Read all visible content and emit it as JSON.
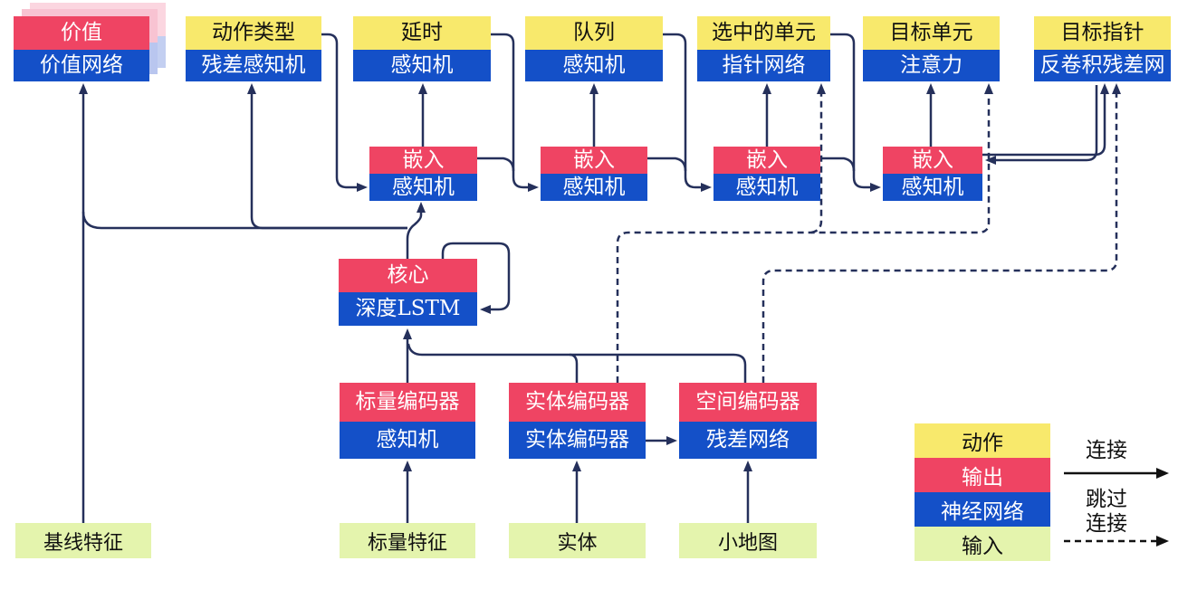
{
  "colors": {
    "action_yellow": "#F8E96C",
    "output_red": "#EF4463",
    "network_blue": "#1450C8",
    "input_green": "#E4F4AD",
    "wire_navy": "#25305B",
    "legend_black": "#111111",
    "echo_pink_near": "#F8C3D2",
    "echo_blue_near": "#B9C6EF",
    "echo_pink_far": "#FBD6E0",
    "echo_blue_far": "#C3CFF1"
  },
  "heads": {
    "value": {
      "top": "价值",
      "bottom": "价值网络"
    },
    "action_type": {
      "top": "动作类型",
      "bottom": "残差感知机"
    },
    "delay": {
      "top": "延时",
      "bottom": "感知机"
    },
    "queue": {
      "top": "队列",
      "bottom": "感知机"
    },
    "selected_units": {
      "top": "选中的单元",
      "bottom": "指针网络"
    },
    "target_unit": {
      "top": "目标单元",
      "bottom": "注意力"
    },
    "target_pointer": {
      "top": "目标指针",
      "bottom": "反卷积残差网"
    }
  },
  "embeds": {
    "embed1": {
      "top": "嵌入",
      "bottom": "感知机"
    },
    "embed2": {
      "top": "嵌入",
      "bottom": "感知机"
    },
    "embed3": {
      "top": "嵌入",
      "bottom": "感知机"
    },
    "embed4": {
      "top": "嵌入",
      "bottom": "感知机"
    }
  },
  "core": {
    "top": "核心",
    "bottom": "深度LSTM"
  },
  "encoders": {
    "scalar": {
      "top": "标量编码器",
      "bottom": "感知机"
    },
    "entity": {
      "top": "实体编码器",
      "bottom": "实体编码器"
    },
    "spatial": {
      "top": "空间编码器",
      "bottom": "残差网络"
    }
  },
  "inputs": {
    "baseline": {
      "label": "基线特征"
    },
    "scalar": {
      "label": "标量特征"
    },
    "entity": {
      "label": "实体"
    },
    "minimap": {
      "label": "小地图"
    }
  },
  "legend": {
    "action": "动作",
    "output": "输出",
    "network": "神经网络",
    "input": "输入",
    "connection": "连接",
    "skip_line1": "跳过",
    "skip_line2": "连接"
  }
}
